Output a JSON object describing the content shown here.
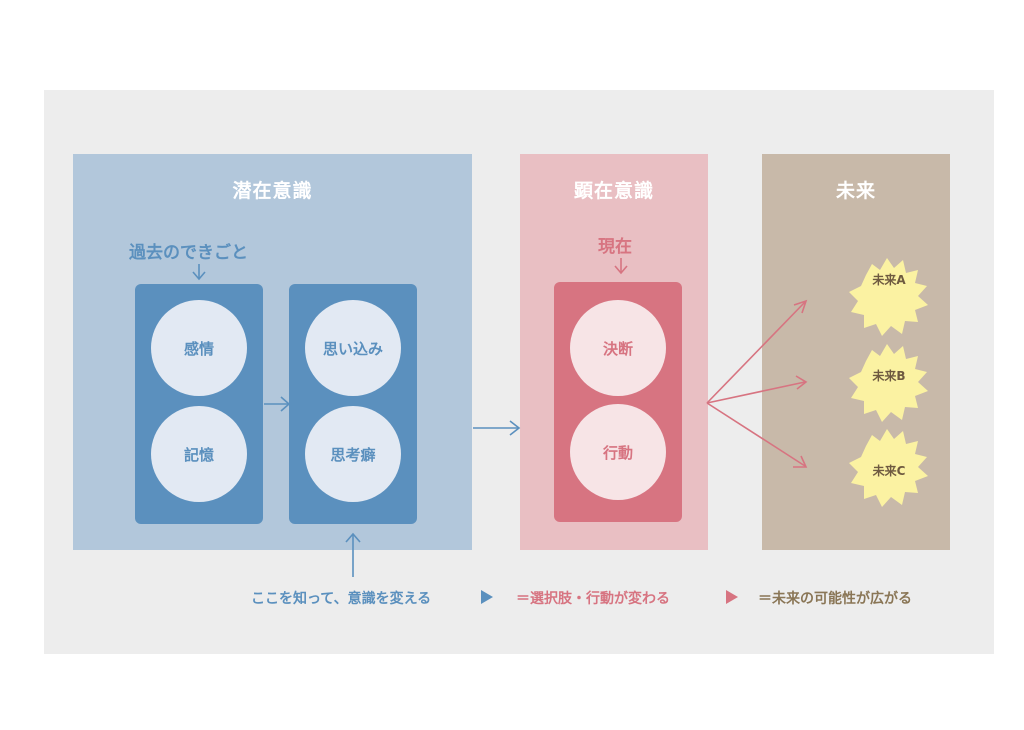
{
  "subconscious": {
    "title": "潜在意識",
    "past_label": "過去のできごと",
    "col1": [
      "感情",
      "記憶"
    ],
    "col2": [
      "思い込み",
      "思考癖"
    ]
  },
  "conscious": {
    "title": "顕在意識",
    "present_label": "現在",
    "items": [
      "決断",
      "行動"
    ]
  },
  "future": {
    "title": "未来",
    "items": [
      "未来A",
      "未来B",
      "未来C"
    ]
  },
  "notes": {
    "step1": "ここを知って、意識を変える",
    "step2": "＝選択肢・行動が変わる",
    "step3": "＝未来の可能性が広がる"
  },
  "colors": {
    "blue_panel": "#b2c7db",
    "blue_dark": "#5b90be",
    "blue_circle": "#e2e9f3",
    "pink_panel": "#e9bfc3",
    "pink_dark": "#d77481",
    "pink_circle": "#f7e4e6",
    "tan_panel": "#c8b9a9",
    "star": "#fbf2a2"
  }
}
